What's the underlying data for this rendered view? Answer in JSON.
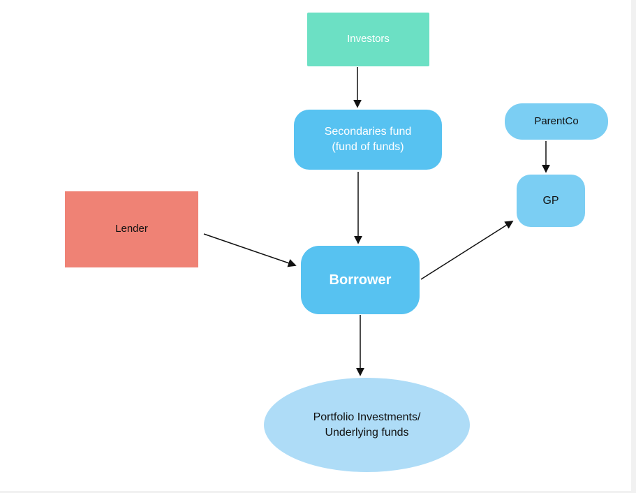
{
  "page": {
    "background": "#ffffff",
    "edge_strip_color": "#f1f1f1"
  },
  "diagram": {
    "nodes": {
      "investors": {
        "label": "Investors",
        "fill": "#6ce0c4",
        "text_color": "#ffffff"
      },
      "secondaries_fund": {
        "label": "Secondaries fund\n(fund of funds)",
        "fill": "#57c2f1",
        "text_color": "#ffffff"
      },
      "lender": {
        "label": "Lender",
        "fill": "#ef8275",
        "text_color": "#111111"
      },
      "borrower": {
        "label": "Borrower",
        "fill": "#57c2f1",
        "text_color": "#ffffff"
      },
      "parentco": {
        "label": "ParentCo",
        "fill": "#7bcef3",
        "text_color": "#111111"
      },
      "gp": {
        "label": "GP",
        "fill": "#7bcef3",
        "text_color": "#111111"
      },
      "portfolio": {
        "label": "Portfolio Investments/\nUnderlying funds",
        "fill": "#aedcf7",
        "text_color": "#111111"
      }
    },
    "edges": [
      {
        "from": "Investors",
        "to": "Secondaries fund (fund of funds)"
      },
      {
        "from": "Secondaries fund (fund of funds)",
        "to": "Borrower"
      },
      {
        "from": "Lender",
        "to": "Borrower"
      },
      {
        "from": "Borrower",
        "to": "GP"
      },
      {
        "from": "ParentCo",
        "to": "GP"
      },
      {
        "from": "Borrower",
        "to": "Portfolio Investments/ Underlying funds"
      }
    ],
    "arrow_color": "#111111"
  }
}
